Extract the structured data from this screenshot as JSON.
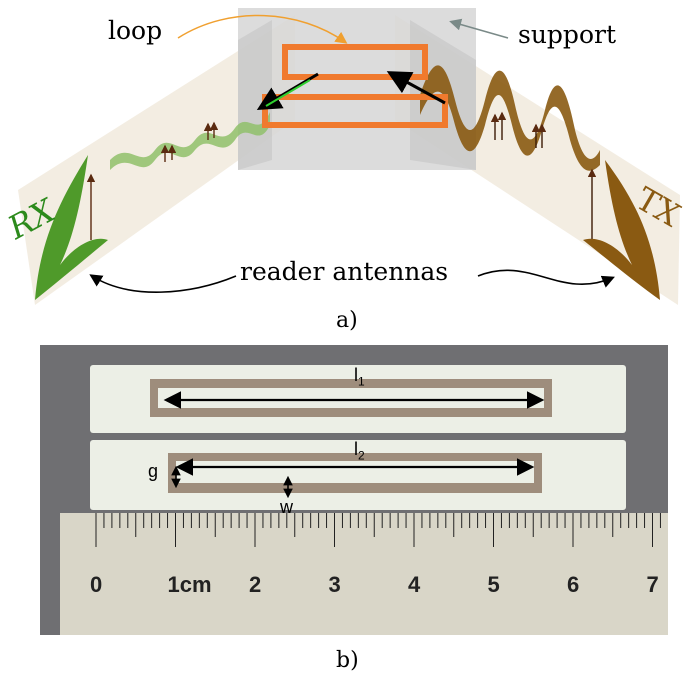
{
  "figure_a": {
    "label": "a)",
    "loop_label": "loop",
    "support_label": "support",
    "antennas_label": "reader antennas",
    "rx_label": "RX",
    "tx_label": "TX"
  },
  "figure_b": {
    "label": "b)",
    "l1_label": "l",
    "l1_sub": "1",
    "l2_label": "l",
    "l2_sub": "2",
    "g_label": "g",
    "w_label": "w",
    "ruler_labels": [
      "0",
      "1cm",
      "2",
      "3",
      "4",
      "5",
      "6",
      "7"
    ]
  },
  "colors": {
    "loop": "#f07a2e",
    "rx": "#4f9a2a",
    "tx": "#8a5a12",
    "support": "#d0d0d0",
    "ruler": "#d9d6c8",
    "photo_bg": "#6f6f72",
    "substrate": "#ecefe6",
    "metal": "#9e8d7c"
  }
}
